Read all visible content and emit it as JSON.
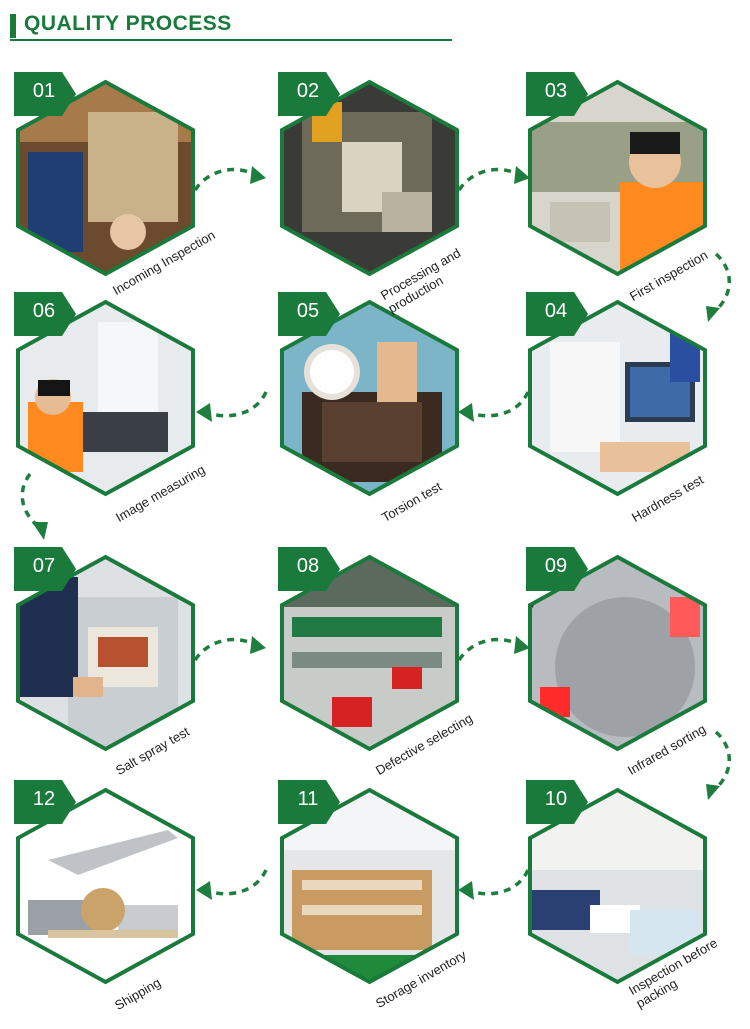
{
  "header": {
    "title": "QUALITY PROCESS"
  },
  "colors": {
    "accent": "#1a7a3c",
    "dash": "#1e7e3e"
  },
  "steps": [
    {
      "num": "01",
      "label": [
        "Incoming Inspection"
      ]
    },
    {
      "num": "02",
      "label": [
        "Processing and",
        "production"
      ]
    },
    {
      "num": "03",
      "label": [
        "First inspection"
      ]
    },
    {
      "num": "04",
      "label": [
        "Hardness test"
      ]
    },
    {
      "num": "05",
      "label": [
        "Torsion test"
      ]
    },
    {
      "num": "06",
      "label": [
        "Image measuring"
      ]
    },
    {
      "num": "07",
      "label": [
        "Salt spray test"
      ]
    },
    {
      "num": "08",
      "label": [
        "Defective selecting"
      ]
    },
    {
      "num": "09",
      "label": [
        "Infrared sorting"
      ]
    },
    {
      "num": "10",
      "label": [
        "Inspection before",
        "packing"
      ]
    },
    {
      "num": "11",
      "label": [
        "Storage inventory"
      ]
    },
    {
      "num": "12",
      "label": [
        "Shipping"
      ]
    }
  ]
}
